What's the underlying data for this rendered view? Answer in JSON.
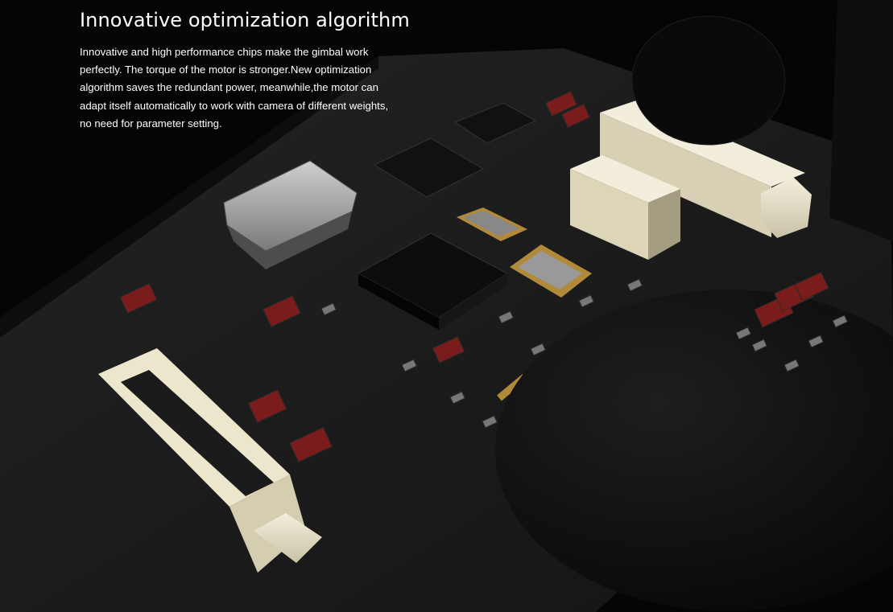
{
  "heading": {
    "title": "Innovative optimization algorithm",
    "lines": [
      "Innovative and high performance chips make the gimbal work",
      "perfectly. The torque of the motor is stronger.New optimization",
      "algorithm saves the redundant power, meanwhile,the motor can",
      "adapt itself automatically to work with camera of different weights,",
      "no need for parameter setting."
    ]
  },
  "colors": {
    "background": "#050505",
    "board": "#1a1a1a",
    "chip": "#101010",
    "connector": "#ece6cc",
    "gold": "#b08a3a",
    "resistor_red": "#7a1c1c",
    "text": "#ffffff"
  }
}
